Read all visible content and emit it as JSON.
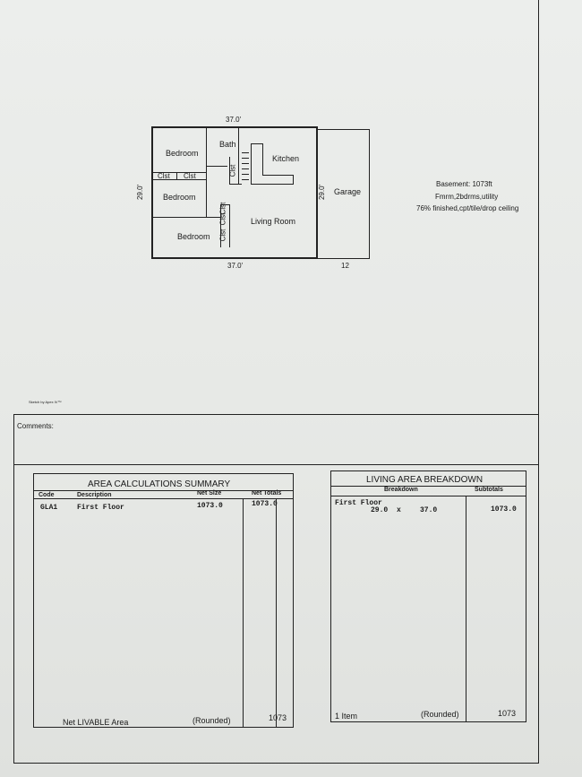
{
  "sketch": {
    "dim_top": "37.0'",
    "dim_bottom": "37.0'",
    "dim_left": "29.0'",
    "dim_right": "29.0'",
    "garage_width": "12",
    "rooms": {
      "bedroom1": "Bedroom",
      "bedroom2": "Bedroom",
      "bedroom3": "Bedroom",
      "bath": "Bath",
      "kitchen": "Kitchen",
      "living": "Living Room",
      "garage": "Garage",
      "clst_a": "Clst",
      "clst_b": "Clst",
      "clst_c": "Clst",
      "clst_d": "Clst",
      "clst_e": "Clst",
      "clst_f": "Clst"
    },
    "note_line1": "Basement: 1073ft",
    "note_line2": "Fmrm,2bdrms,utility",
    "note_line3": "76% finished,cpt/tile/drop ceiling",
    "credit": "Sketch by Apex IV™"
  },
  "comments_label": "Comments:",
  "area_summary": {
    "title": "AREA CALCULATIONS SUMMARY",
    "col_code": "Code",
    "col_description": "Description",
    "col_net_size": "Net Size",
    "col_net_totals": "Net Totals",
    "row_code": "GLA1",
    "row_description": "First Floor",
    "row_net_size": "1073.0",
    "row_net_total": "1073.0",
    "footer_label": "Net LIVABLE Area",
    "footer_rounded": "(Rounded)",
    "footer_total": "1073"
  },
  "living_breakdown": {
    "title": "LIVING AREA BREAKDOWN",
    "col_breakdown": "Breakdown",
    "col_subtotals": "Subtotals",
    "row_label": "First Floor",
    "row_dim_a": "29.0",
    "row_x": "x",
    "row_dim_b": "37.0",
    "row_subtotal": "1073.0",
    "footer_items": "1 Item",
    "footer_rounded": "(Rounded)",
    "footer_total": "1073"
  }
}
